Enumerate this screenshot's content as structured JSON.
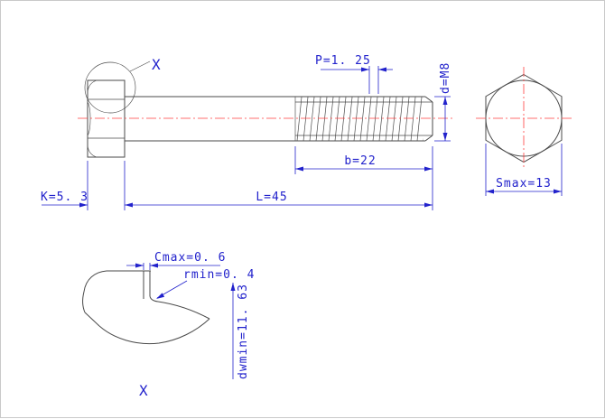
{
  "colors": {
    "outline": "#4a4a4a",
    "dimension": "#2222cc",
    "centerline": "#ff4040",
    "background": "#ffffff"
  },
  "main_view": {
    "detail_marker": "X",
    "pitch_label": "P=1. 25",
    "thread_size_label": "d=M8",
    "thread_length_label": "b=22",
    "overall_length_label": "L=45",
    "head_height_label": "K=5. 3"
  },
  "end_view": {
    "across_flats_label": "Smax=13"
  },
  "detail_view": {
    "chamfer_label": "Cmax=0. 6",
    "fillet_radius_label": "rmin=0. 4",
    "washer_face_label": "dwmin=11. 63",
    "view_label": "X"
  }
}
